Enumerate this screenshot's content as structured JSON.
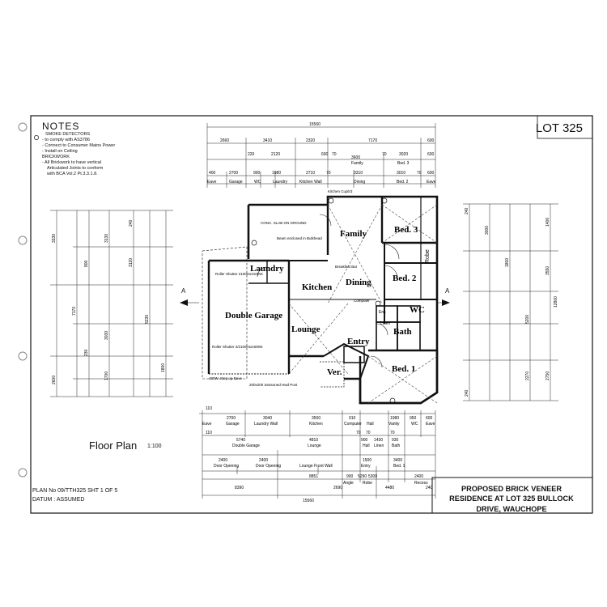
{
  "notes": {
    "title": "NOTES",
    "lines": [
      "SMOKE DETECTORS",
      "- to comply with AS3786",
      "- Connect to Consumer Mains Power",
      "- Install on Ceiling",
      "BRICKWORK",
      "- All Brickwork to have vertical",
      "Articulated Joints to conform",
      "with BCA Vol.2 Pt.3.3.1.8."
    ]
  },
  "lot_label": "LOT 325",
  "plan_title": "Floor Plan",
  "plan_scale": "1:100",
  "plan_number": "PLAN No 09/TTH325  SHT 1 OF 5",
  "datum": "DATUM : ASSUMED",
  "title_block": "PROPOSED BRICK VENEER RESIDENCE AT LOT 325 BULLOCK DRIVE, WAUCHOPE",
  "rooms": {
    "family": "Family",
    "bed3": "Bed. 3",
    "bed2": "Bed. 2",
    "bed1": "Bed. 1",
    "kitchen": "Kitchen",
    "dining": "Dining",
    "laundry": "Laundry",
    "wc": "WC",
    "double_garage": "Double Garage",
    "lounge": "Lounge",
    "entry": "Entry",
    "verandah": "Ver.",
    "bath": "Bath",
    "linen": "Linen",
    "ens": "Ens",
    "robe": "Robe"
  },
  "annotations": {
    "slab": "CONC. SLAB ON GROUND",
    "breakfast_bar": "Breakfast Bar",
    "computer": "Computer",
    "roller_shutter_1": "Roller Shutter 2100Hx2100W.",
    "roller_shutter_2": "Roller Shutter 2/2100Hx2400W.",
    "step_up": "400W. Step up Eave",
    "post": "200x200 Seasoned Hwd Post",
    "section": "A",
    "beam_enclosed": "Beam enclosed in Bulkhead",
    "kitchen_cupb": "Kitchen Cupb'd"
  },
  "top_dims": {
    "overall": "15560",
    "row1": [
      "2660",
      "3410",
      "2320",
      "7170",
      "600"
    ],
    "row2": [
      "220",
      "2120",
      "600",
      "70",
      "70",
      "3020",
      "600"
    ],
    "row3": [
      "3600",
      "Family",
      "Bed. 3"
    ],
    "row4": [
      "400",
      "2700",
      "900",
      "1980",
      "2710",
      "70",
      "3310",
      "3010",
      "70",
      "600"
    ],
    "row4_labels": [
      "Eave",
      "Garage",
      "WC",
      "Laundry",
      "Kitchen Wall",
      "Dining",
      "Bed. 2",
      "Eave"
    ]
  },
  "bottom_dims": {
    "row1": [
      "110",
      "2700",
      "3040",
      "3500",
      "910",
      "1980",
      "950",
      "600"
    ],
    "row1_labels": [
      "Eave",
      "Garage",
      "Laundry Wall",
      "Kitchen",
      "Computer",
      "Hall",
      "Vanity",
      "WC",
      "Eave"
    ],
    "row2": [
      "110",
      "70",
      "70",
      "70"
    ],
    "row3": [
      "5740",
      "4810",
      "900",
      "1430",
      "930"
    ],
    "row3_labels": [
      "Double Garage",
      "Lounge",
      "Hall",
      "Linen",
      "Bath"
    ],
    "row4": [
      "2400",
      "2400",
      "1500",
      "3400"
    ],
    "row4_labels": [
      "Door Opening",
      "Door Opening",
      "Lounge Front Wall",
      "Entry",
      "Bed. 1"
    ],
    "row5": [
      "8851",
      "900",
      "5290",
      "5300",
      "2400"
    ],
    "row6": [
      "8390",
      "2690",
      "4480",
      "240"
    ],
    "row6_labels": [
      "Angle",
      "Robe",
      "Recess"
    ],
    "overall": "15560"
  },
  "left_dims": [
    "3330",
    "2600",
    "7170",
    "800",
    "3130",
    "240",
    "3120",
    "3030",
    "5230",
    "1700",
    "230",
    "1800"
  ],
  "right_dims": [
    "240",
    "1400",
    "12800",
    "5200",
    "3550",
    "3000",
    "1800",
    "2270",
    "240",
    "2750"
  ]
}
